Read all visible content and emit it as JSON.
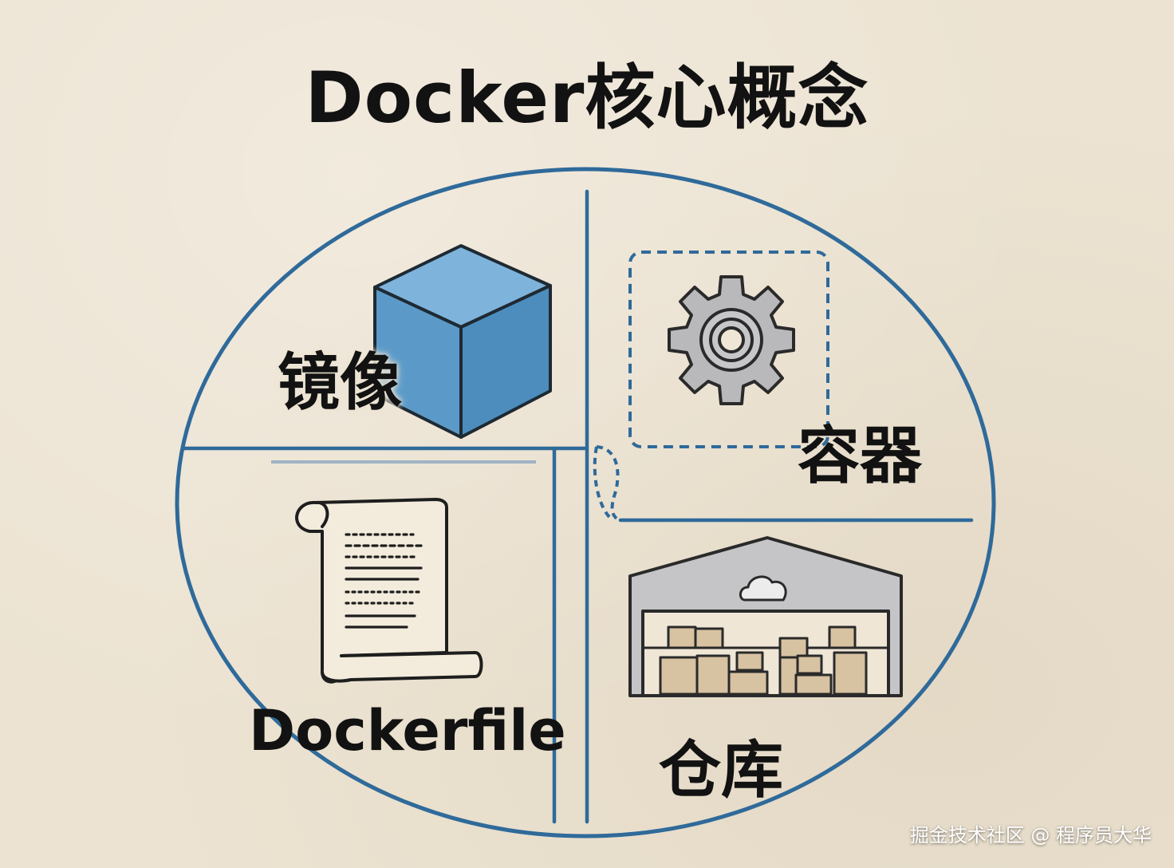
{
  "title": "Docker核心概念",
  "quadrants": {
    "image": {
      "label": "镜像",
      "icon": "cube-icon"
    },
    "container": {
      "label": "容器",
      "icon": "gear-icon"
    },
    "dockerfile": {
      "label": "Dockerfile",
      "icon": "scroll-icon"
    },
    "registry": {
      "label": "仓库",
      "icon": "warehouse-icon"
    }
  },
  "watermark": "掘金技术社区 @ 程序员大华",
  "colors": {
    "background": "#ece3d2",
    "line": "#2f6a9a",
    "cube": "#5b9ac8",
    "gear": "#b9b9bb",
    "box": "#d7c2a2",
    "text": "#121212"
  }
}
